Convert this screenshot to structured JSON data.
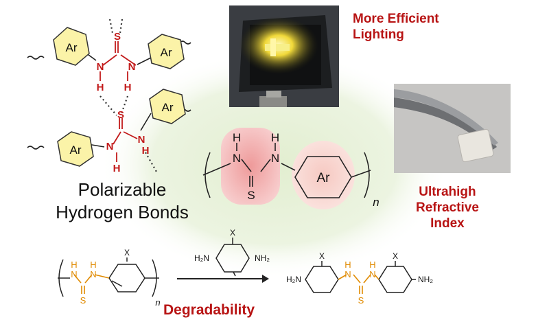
{
  "labels": {
    "lighting": [
      "More Efficient",
      "Lighting"
    ],
    "refractive": [
      "Ultrahigh",
      "Refractive",
      "Index"
    ],
    "hbonds": [
      "Polarizable",
      "Hydrogen Bonds"
    ],
    "degradability": "Degradability"
  },
  "atoms": {
    "ar": "Ar",
    "s": "S",
    "n": "N",
    "h": "H",
    "x": "X",
    "n_sub": "n",
    "h2n": "H₂N",
    "nh2": "NH₂"
  },
  "colors": {
    "accent_red": "#b81414",
    "thiourea_orange": "#e08a00",
    "ring_fill": "#fbf3a8",
    "halo_green": "#e7f1d8",
    "pink_highlight": "#f2a7a7"
  }
}
